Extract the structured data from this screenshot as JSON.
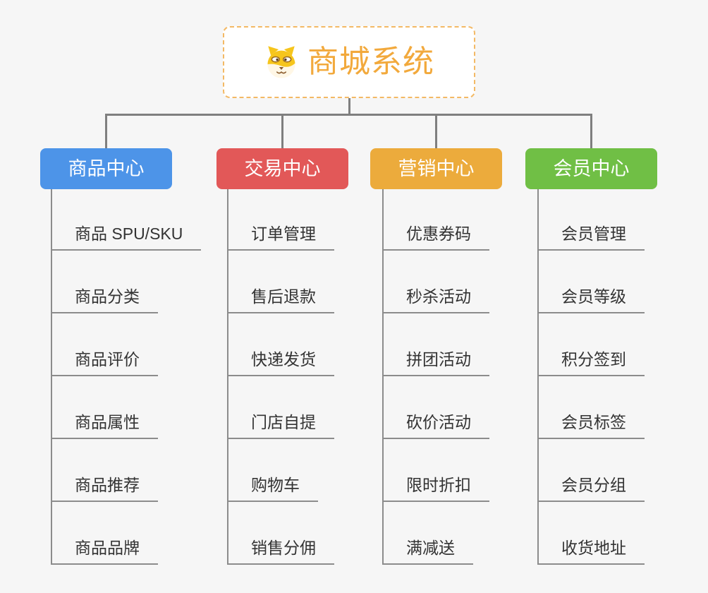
{
  "canvas": {
    "background": "#f6f6f6",
    "connector_color": "#7f7f7f",
    "leaf_line_color": "#8c8c8c"
  },
  "root": {
    "title": "商城系统",
    "icon": "dog-face-icon",
    "text_color": "#f2a93c",
    "border_color": "#f3b965",
    "fill": "#ffffff"
  },
  "branches": [
    {
      "label": "商品中心",
      "color": "#4d94e8",
      "children": [
        "商品 SPU/SKU",
        "商品分类",
        "商品评价",
        "商品属性",
        "商品推荐",
        "商品品牌"
      ]
    },
    {
      "label": "交易中心",
      "color": "#e25858",
      "children": [
        "订单管理",
        "售后退款",
        "快递发货",
        "门店自提",
        "购物车",
        "销售分佣"
      ]
    },
    {
      "label": "营销中心",
      "color": "#ecab3c",
      "children": [
        "优惠券码",
        "秒杀活动",
        "拼团活动",
        "砍价活动",
        "限时折扣",
        "满减送"
      ]
    },
    {
      "label": "会员中心",
      "color": "#70bf45",
      "children": [
        "会员管理",
        "会员等级",
        "积分签到",
        "会员标签",
        "会员分组",
        "收货地址"
      ]
    }
  ]
}
